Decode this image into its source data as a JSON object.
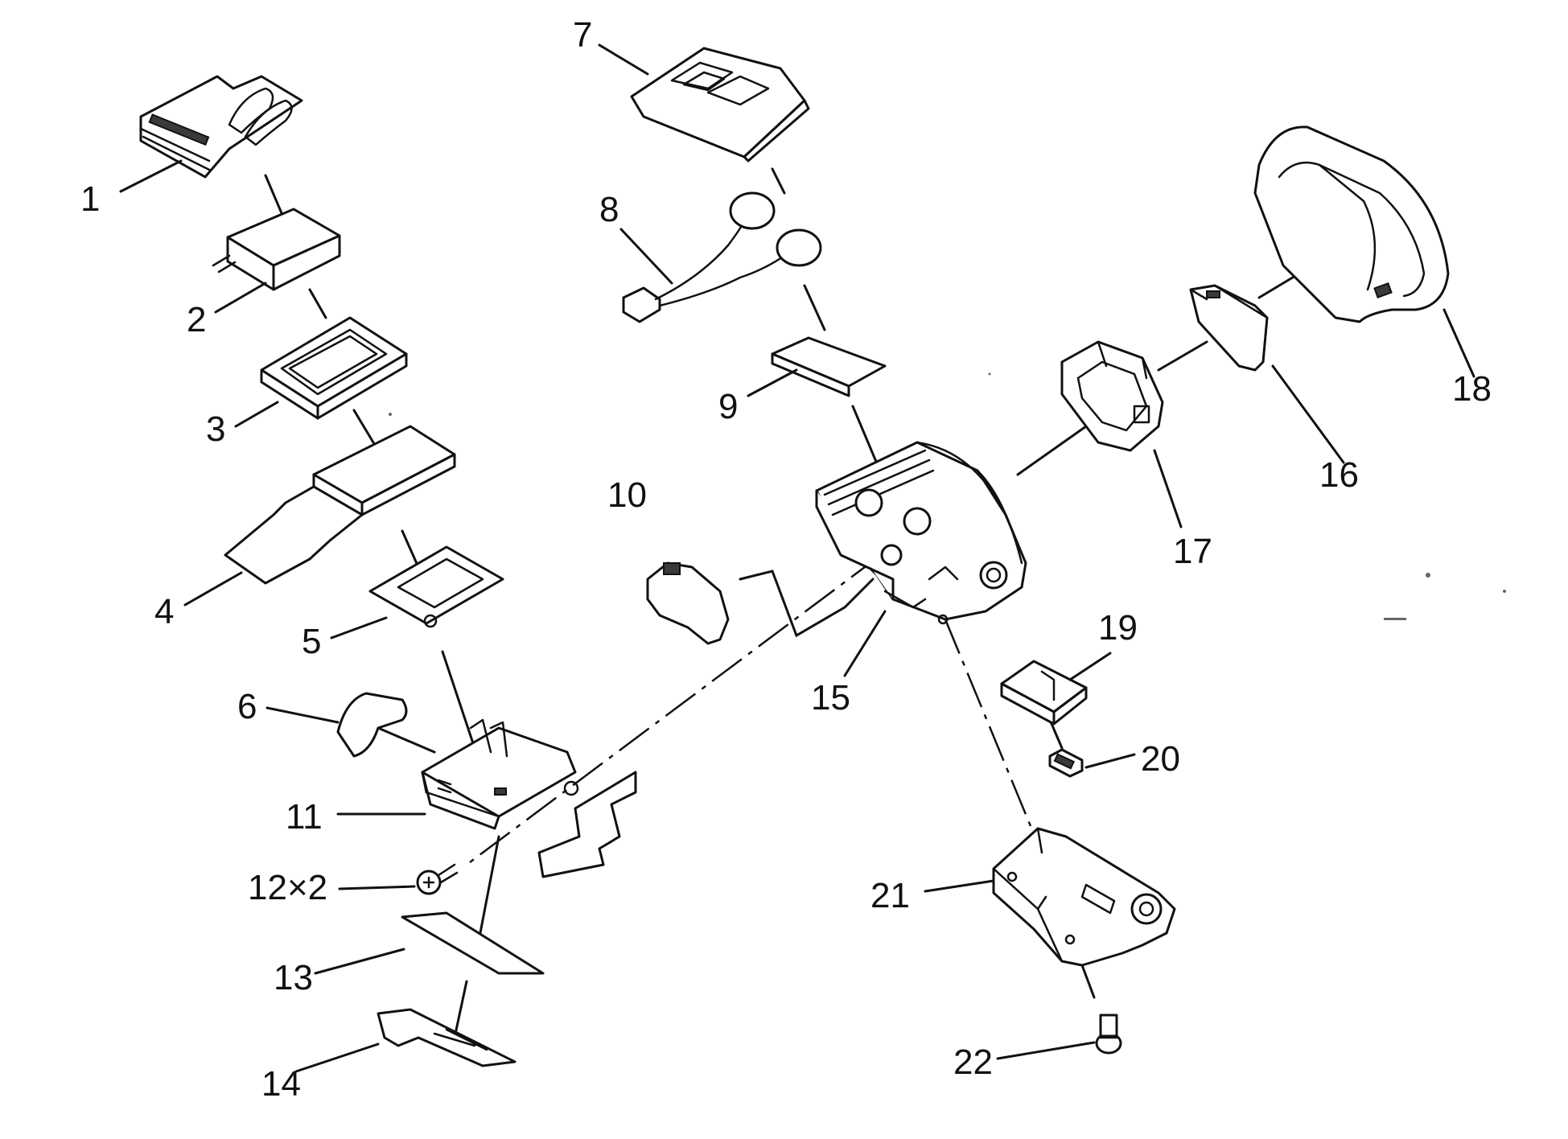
{
  "callouts": [
    {
      "id": "1",
      "text": "1"
    },
    {
      "id": "2",
      "text": "2"
    },
    {
      "id": "3",
      "text": "3"
    },
    {
      "id": "4",
      "text": "4"
    },
    {
      "id": "5",
      "text": "5"
    },
    {
      "id": "6",
      "text": "6"
    },
    {
      "id": "7",
      "text": "7"
    },
    {
      "id": "8",
      "text": "8"
    },
    {
      "id": "9",
      "text": "9"
    },
    {
      "id": "10",
      "text": "10"
    },
    {
      "id": "11",
      "text": "11"
    },
    {
      "id": "12",
      "text": "12×2"
    },
    {
      "id": "13",
      "text": "13"
    },
    {
      "id": "14",
      "text": "14"
    },
    {
      "id": "15",
      "text": "15"
    },
    {
      "id": "16",
      "text": "16"
    },
    {
      "id": "17",
      "text": "17"
    },
    {
      "id": "18",
      "text": "18"
    },
    {
      "id": "19",
      "text": "19"
    },
    {
      "id": "20",
      "text": "20"
    },
    {
      "id": "21",
      "text": "21"
    },
    {
      "id": "22",
      "text": "22"
    }
  ]
}
